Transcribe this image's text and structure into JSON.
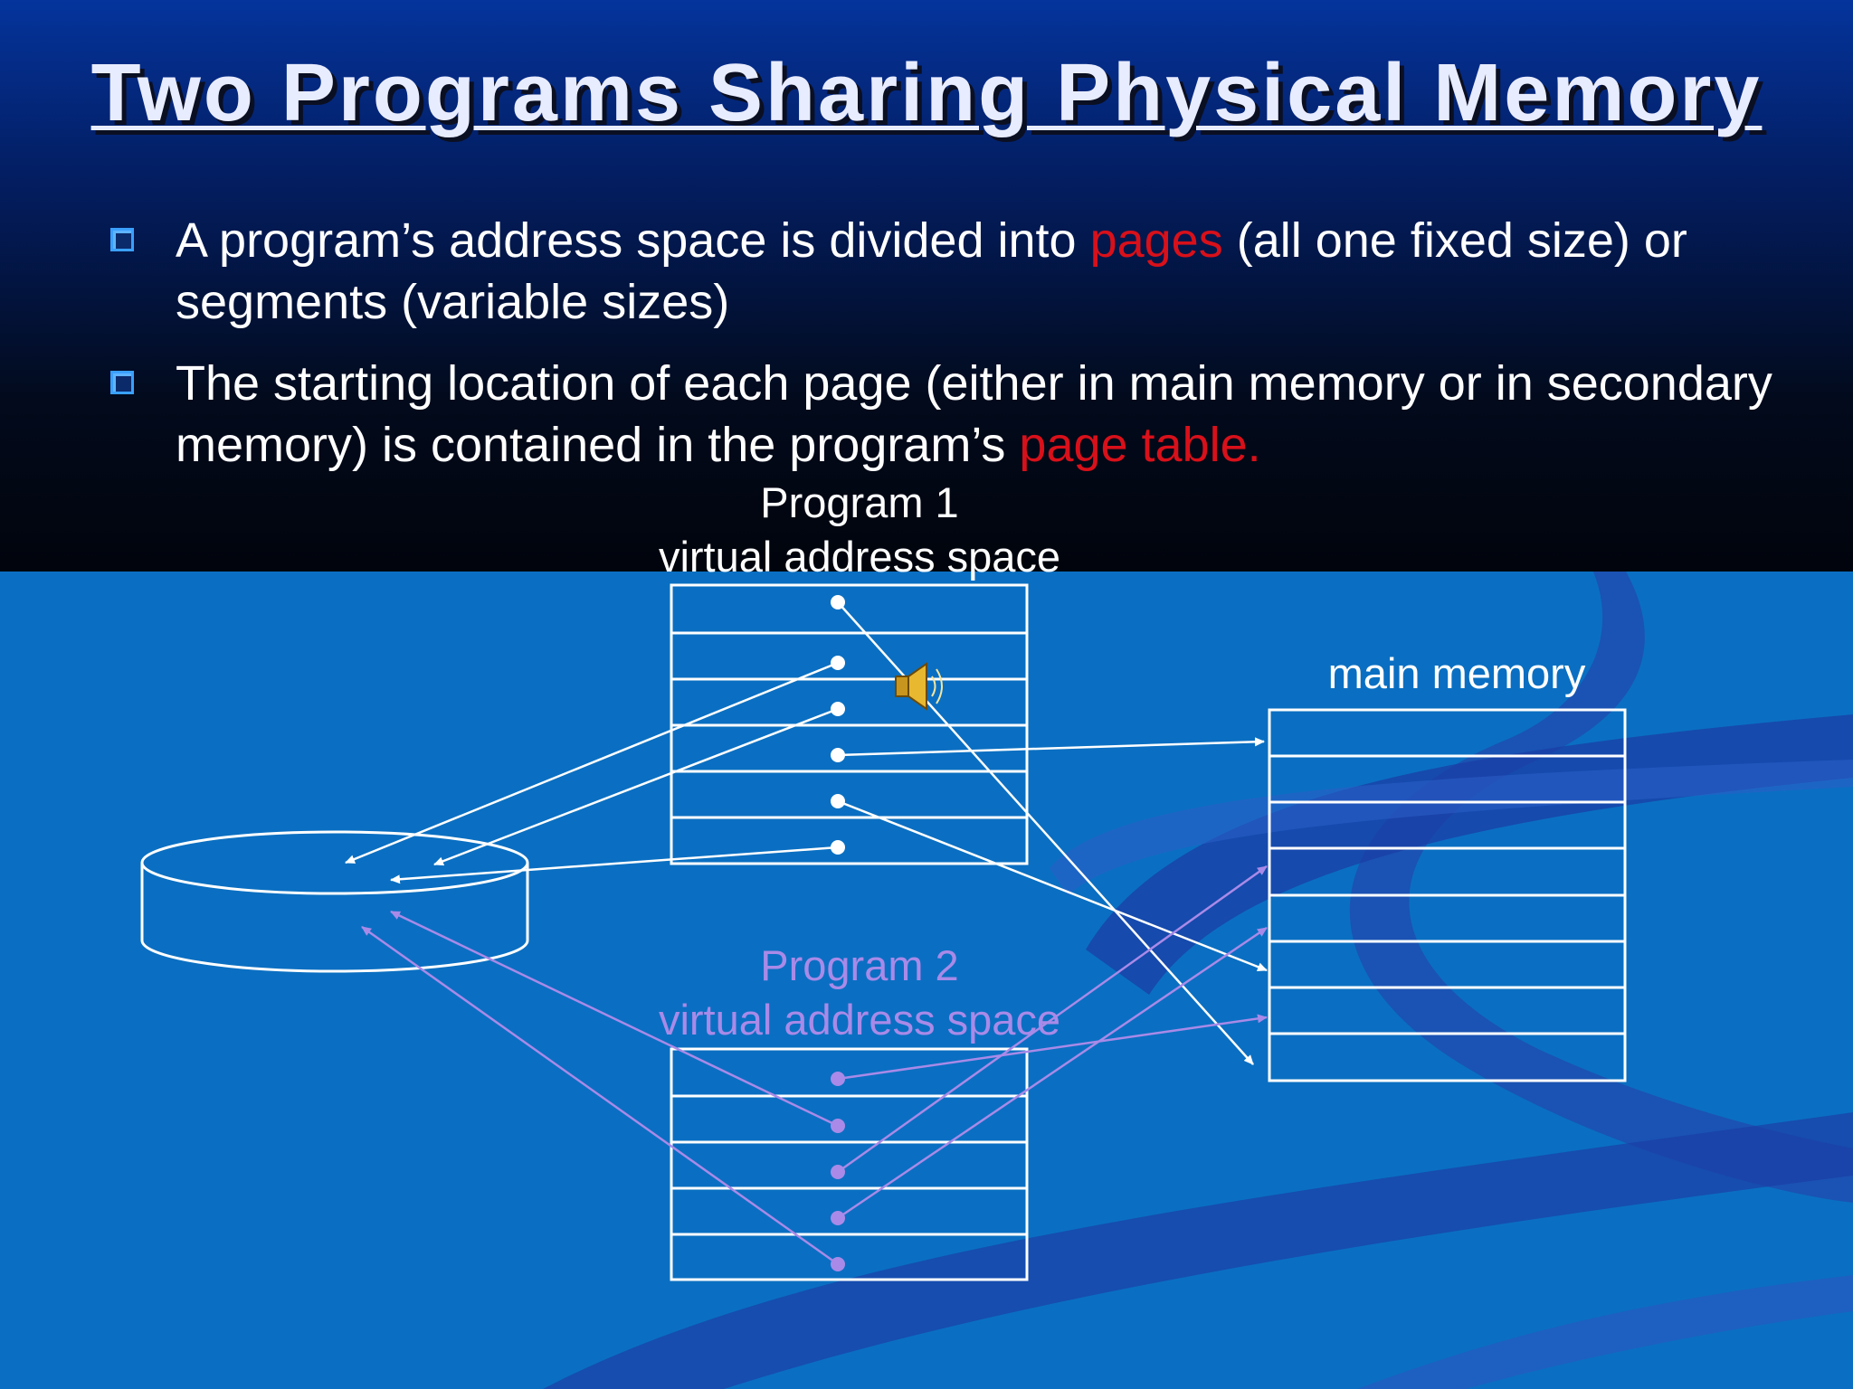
{
  "title": "Two Programs Sharing Physical Memory",
  "bullets": [
    {
      "parts": [
        {
          "text": "A program’s address space is divided into ",
          "highlight": false
        },
        {
          "text": "pages",
          "highlight": true
        },
        {
          "text": " (all one fixed size) or segments (variable sizes)",
          "highlight": false
        }
      ]
    },
    {
      "parts": [
        {
          "text": "The starting location of each page (either in main memory or in secondary memory) is contained in the program’s ",
          "highlight": false
        },
        {
          "text": "page table.",
          "highlight": true
        }
      ]
    }
  ],
  "diagram": {
    "program1_label_line1": "Program 1",
    "program1_label_line2": "virtual address space",
    "program2_label_line1": "Program 2",
    "program2_label_line2": "virtual address space",
    "main_memory_label": "main memory",
    "icons": [
      "speaker-icon",
      "disk-icon",
      "bullet-square-icon"
    ]
  },
  "colors": {
    "background": "#0a6fc2",
    "title_text": "#e8ecff",
    "highlight": "#d8101a",
    "program1_lines": "#ffffff",
    "program2_lines": "#a98ae8"
  }
}
